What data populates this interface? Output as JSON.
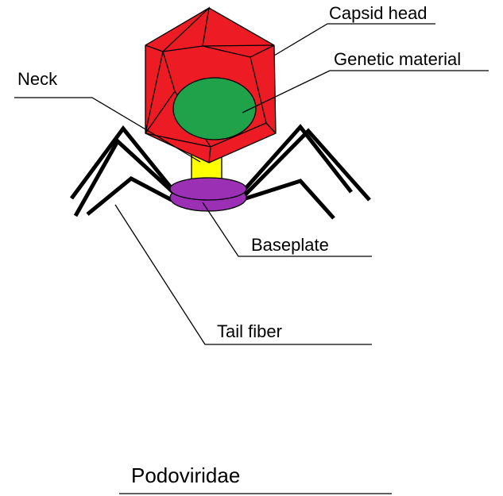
{
  "labels": {
    "capsid_head": "Capsid head",
    "genetic_material": "Genetic material",
    "neck": "Neck",
    "baseplate": "Baseplate",
    "tail_fiber": "Tail fiber"
  },
  "title": "Podoviridae",
  "colors": {
    "capsid": "#ed1c24",
    "genetic_material": "#1fa24a",
    "neck": "#ffff00",
    "baseplate": "#9b30b4",
    "outline": "#000000"
  }
}
